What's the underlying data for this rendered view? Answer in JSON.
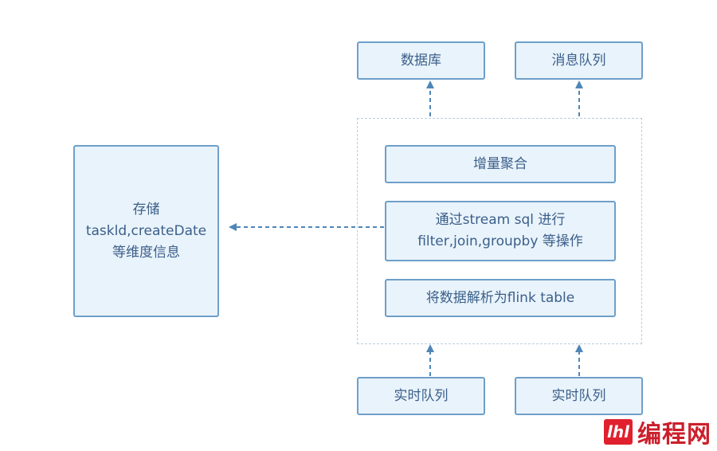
{
  "nodes": {
    "database": "数据库",
    "message_queue": "消息队列",
    "incremental_agg": "增量聚合",
    "stream_sql_line1": "通过stream sql 进行",
    "stream_sql_line2": "filter,join,groupby 等操作",
    "parse_table": "将数据解析为flink table",
    "realtime_queue_1": "实时队列",
    "realtime_queue_2": "实时队列",
    "storage_line1": "存储",
    "storage_line2": "taskld,createDate",
    "storage_line3": "等维度信息"
  },
  "colors": {
    "box_fill": "#e9f3fb",
    "box_border": "#6e9fc9",
    "text": "#3b5f8a",
    "arrow": "#4f86b8",
    "group_border": "#b9cde0"
  },
  "watermark": {
    "logo": "lhl",
    "text": "编程网"
  }
}
